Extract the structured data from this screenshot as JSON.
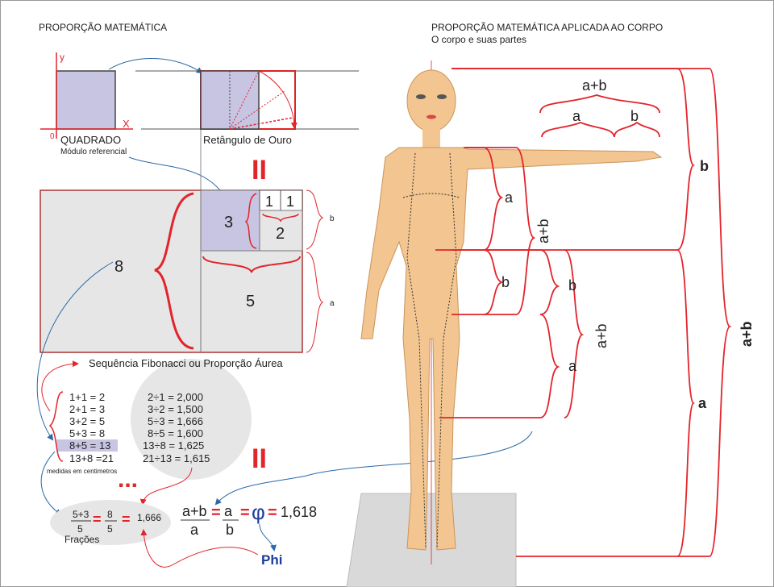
{
  "left_title": "PROPORÇÃO MATEMÁTICA",
  "right_title": "PROPORÇÃO MATEMÁTICA APLICADA AO CORPO",
  "right_subtitle": "O corpo e suas partes",
  "square": {
    "axis_y": "y",
    "axis_x": "X",
    "origin": "0",
    "label": "QUADRADO",
    "sublabel": "Módulo referencial"
  },
  "golden_rectangle": {
    "label": "Retângulo de Ouro"
  },
  "equals_sign": "II",
  "fibonacci": {
    "cells": [
      "8",
      "5",
      "3",
      "2",
      "1",
      "1"
    ],
    "side_b": "b",
    "side_a": "a",
    "caption": "Sequência Fibonacci ou Proporção Áurea"
  },
  "sums": [
    "1+1 = 2",
    "2+1 = 3",
    "3+2 = 5",
    "5+3 = 8",
    "8+5 = 13",
    "13+8 =21"
  ],
  "sums_note": "medidas em centimetros",
  "ratios": [
    "2÷1 = 2,000",
    "3÷2 = 1,500",
    "5÷3 = 1,666",
    "8÷5 = 1,600",
    "13÷8 = 1,625",
    "21÷13 = 1,615"
  ],
  "ellipsis": "...",
  "fractions": {
    "n1": "5+3",
    "d1": "5",
    "n2": "8",
    "d2": "5",
    "eq": "=",
    "result": "1,666",
    "label": "Frações"
  },
  "formula": {
    "n1": "a+b",
    "d1": "a",
    "n2": "a",
    "d2": "b",
    "phi": "φ",
    "eq": "=",
    "value": "1,618",
    "phi_name": "Phi"
  },
  "body_labels": {
    "arm_total": "a+b",
    "arm_a": "a",
    "arm_b": "b",
    "torso_a": "a",
    "torso_b": "b",
    "torso_total": "a+b",
    "leg_b": "b",
    "leg_a": "a",
    "leg_total": "a+b",
    "full_b": "b",
    "full_a": "a",
    "full_total": "a+b"
  },
  "colors": {
    "red": "#e3242b",
    "purple": "#c7c5e2",
    "gray": "#e6e6e7",
    "blue": "#2a6aa8",
    "skin": "#f2c591"
  }
}
